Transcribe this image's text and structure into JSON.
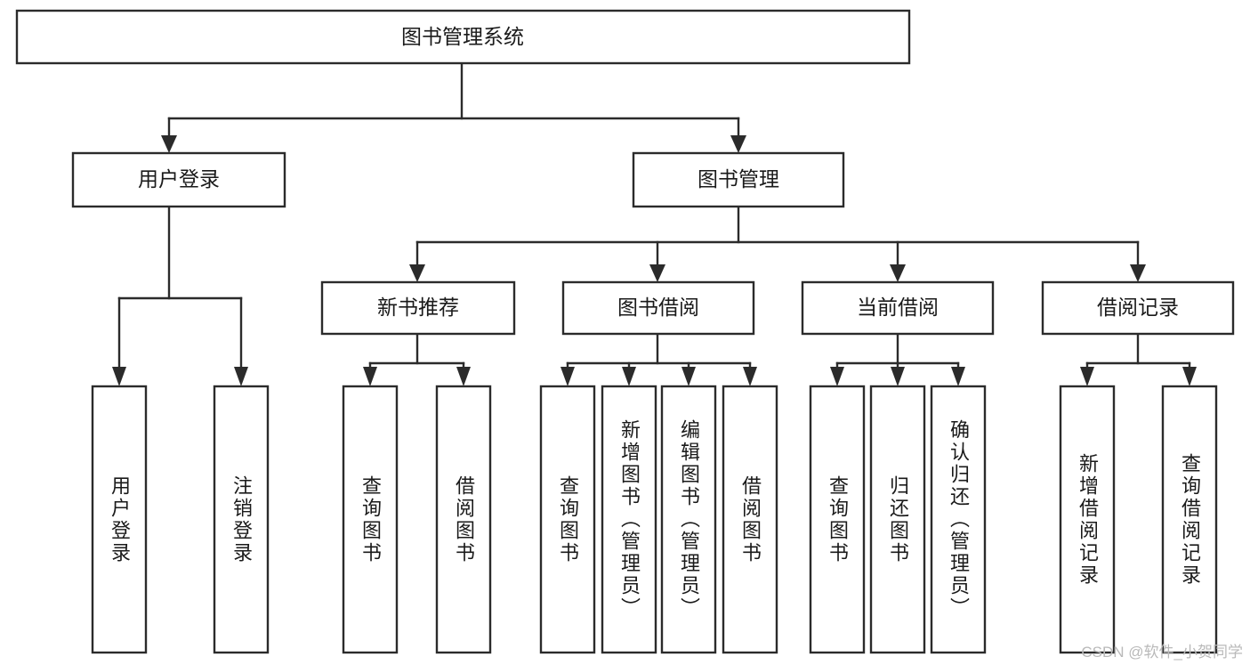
{
  "diagram": {
    "type": "tree-hierarchy",
    "title": "图书管理系统",
    "watermark": "CSDN @软件_小贺同学",
    "colors": {
      "box_stroke": "#2b2b2b",
      "box_fill": "#ffffff",
      "text": "#1a1a1a",
      "background": "#ffffff",
      "watermark": "#b9b9b9"
    },
    "root": {
      "id": "root",
      "label": "图书管理系统"
    },
    "level2": [
      {
        "id": "user-login",
        "label": "用户登录"
      },
      {
        "id": "book-manage",
        "label": "图书管理"
      }
    ],
    "level3": [
      {
        "id": "new-book-recommend",
        "label": "新书推荐",
        "parent": "book-manage"
      },
      {
        "id": "book-borrow",
        "label": "图书借阅",
        "parent": "book-manage"
      },
      {
        "id": "current-borrow",
        "label": "当前借阅",
        "parent": "book-manage"
      },
      {
        "id": "borrow-record",
        "label": "借阅记录",
        "parent": "book-manage"
      }
    ],
    "leaves": [
      {
        "id": "leaf-user-login",
        "label": "用户登录",
        "parent": "user-login"
      },
      {
        "id": "leaf-logout-login",
        "label": "注销登录",
        "parent": "user-login"
      },
      {
        "id": "leaf-query-book-1",
        "label": "查询图书",
        "parent": "new-book-recommend"
      },
      {
        "id": "leaf-borrow-book-1",
        "label": "借阅图书",
        "parent": "new-book-recommend"
      },
      {
        "id": "leaf-query-book-2",
        "label": "查询图书",
        "parent": "book-borrow"
      },
      {
        "id": "leaf-add-book",
        "label": "新增图书（管理员）",
        "parent": "book-borrow"
      },
      {
        "id": "leaf-edit-book",
        "label": "编辑图书（管理员）",
        "parent": "book-borrow"
      },
      {
        "id": "leaf-borrow-book-2",
        "label": "借阅图书",
        "parent": "book-borrow"
      },
      {
        "id": "leaf-query-book-3",
        "label": "查询图书",
        "parent": "current-borrow"
      },
      {
        "id": "leaf-return-book",
        "label": "归还图书",
        "parent": "current-borrow"
      },
      {
        "id": "leaf-confirm-return",
        "label": "确认归还（管理员）",
        "parent": "current-borrow"
      },
      {
        "id": "leaf-add-record",
        "label": "新增借阅记录",
        "parent": "borrow-record"
      },
      {
        "id": "leaf-query-record",
        "label": "查询借阅记录",
        "parent": "borrow-record"
      }
    ]
  }
}
